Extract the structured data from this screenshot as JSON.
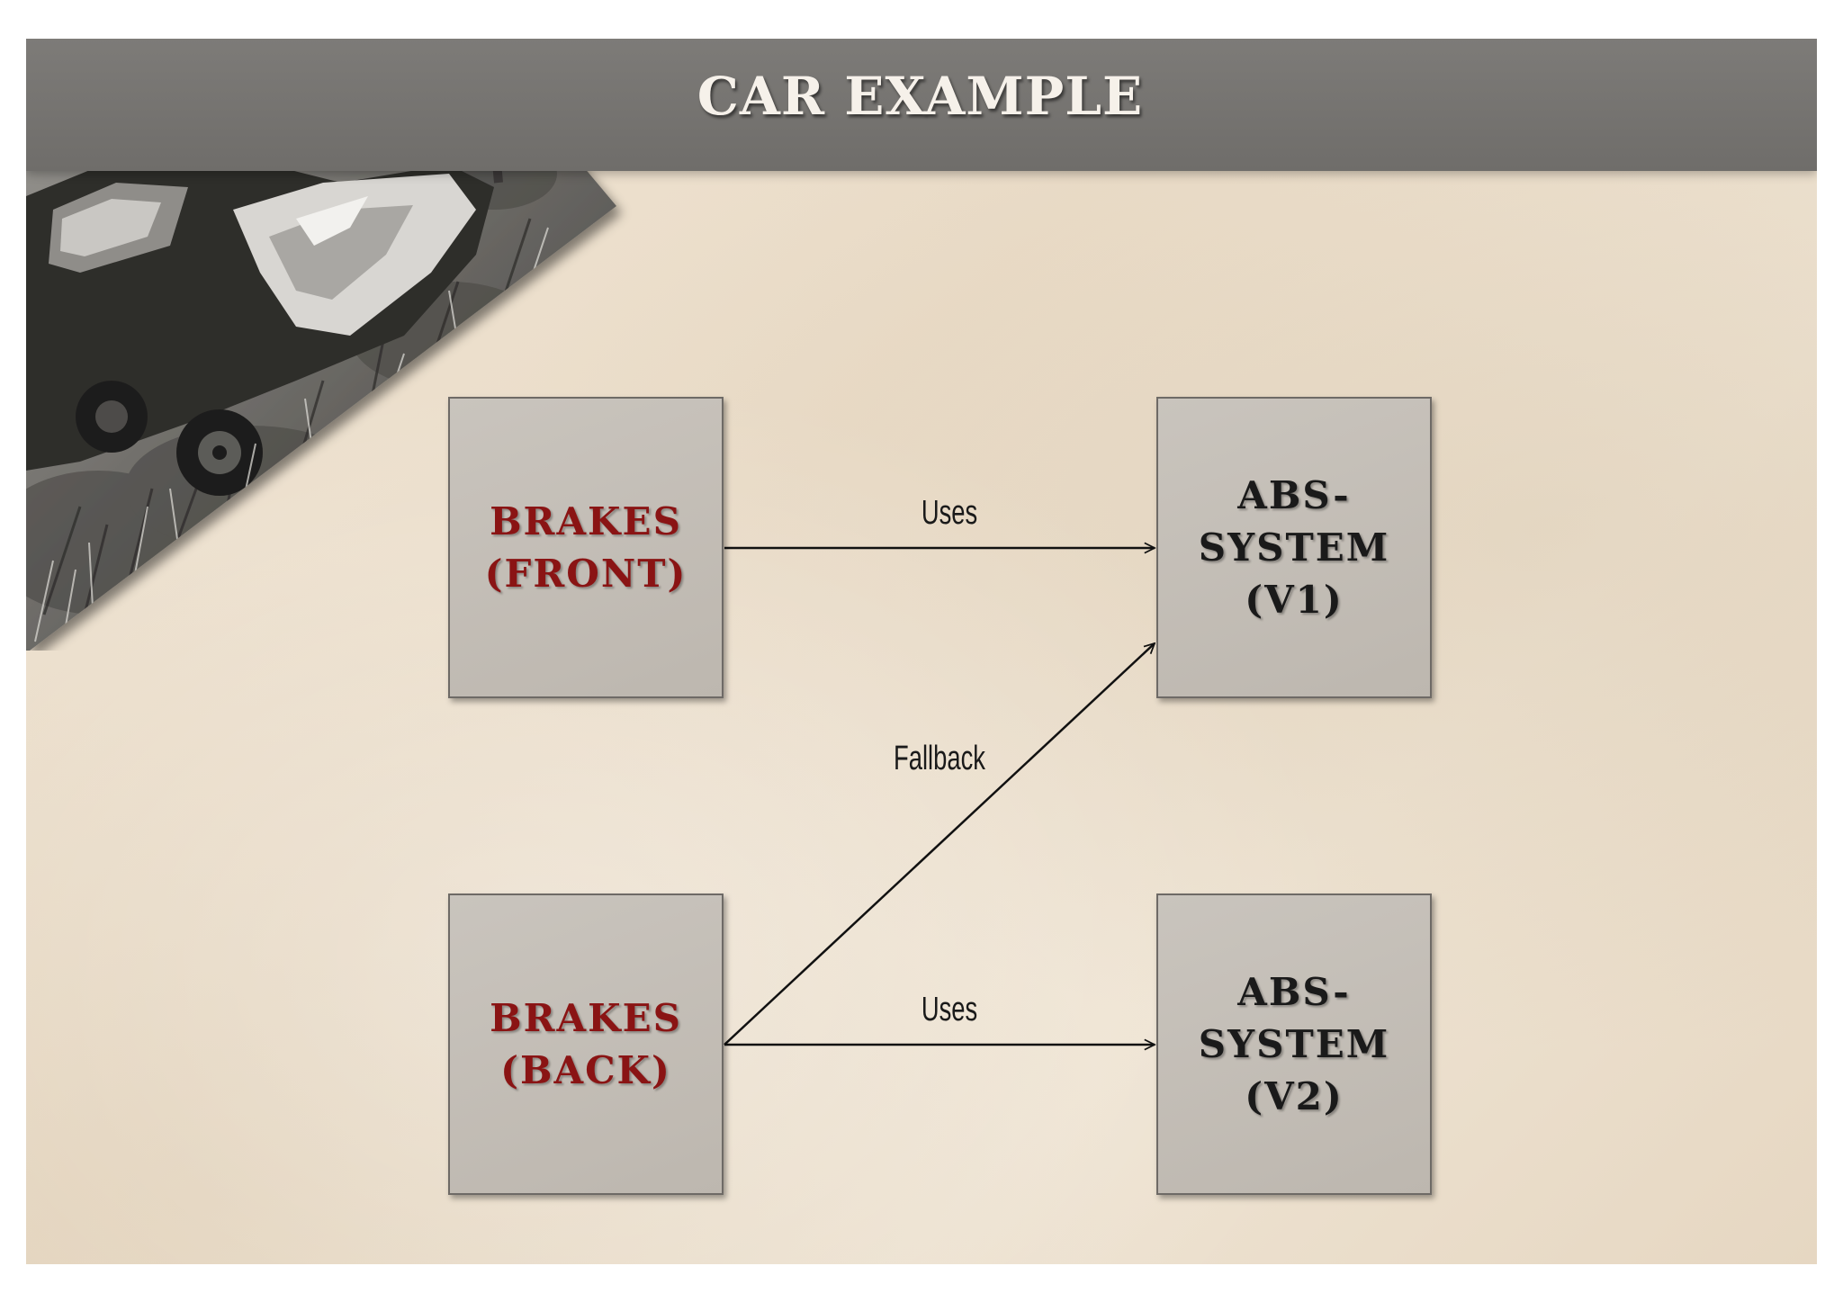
{
  "slide": {
    "title": "CAR EXAMPLE",
    "photo_icon": "wrecked-car-photo"
  },
  "diagram": {
    "nodes": [
      {
        "id": "brakes_front",
        "label": "BRAKES\n(FRONT)",
        "color": "#8a1414"
      },
      {
        "id": "abs_v1",
        "label": "ABS-\nSYSTEM\n(V1)",
        "color": "#1a1a1a"
      },
      {
        "id": "brakes_back",
        "label": "BRAKES\n(BACK)",
        "color": "#8a1414"
      },
      {
        "id": "abs_v2",
        "label": "ABS-\nSYSTEM\n(V2)",
        "color": "#1a1a1a"
      }
    ],
    "edges": [
      {
        "from": "brakes_front",
        "to": "abs_v1",
        "label": "Uses"
      },
      {
        "from": "brakes_back",
        "to": "abs_v1",
        "label": "Fallback"
      },
      {
        "from": "brakes_back",
        "to": "abs_v2",
        "label": "Uses"
      }
    ]
  },
  "colors": {
    "header_bar": "#74726f",
    "node_fill": "#c4bfb8",
    "node_label_red": "#8a1414",
    "paper": "#ece0ce"
  }
}
